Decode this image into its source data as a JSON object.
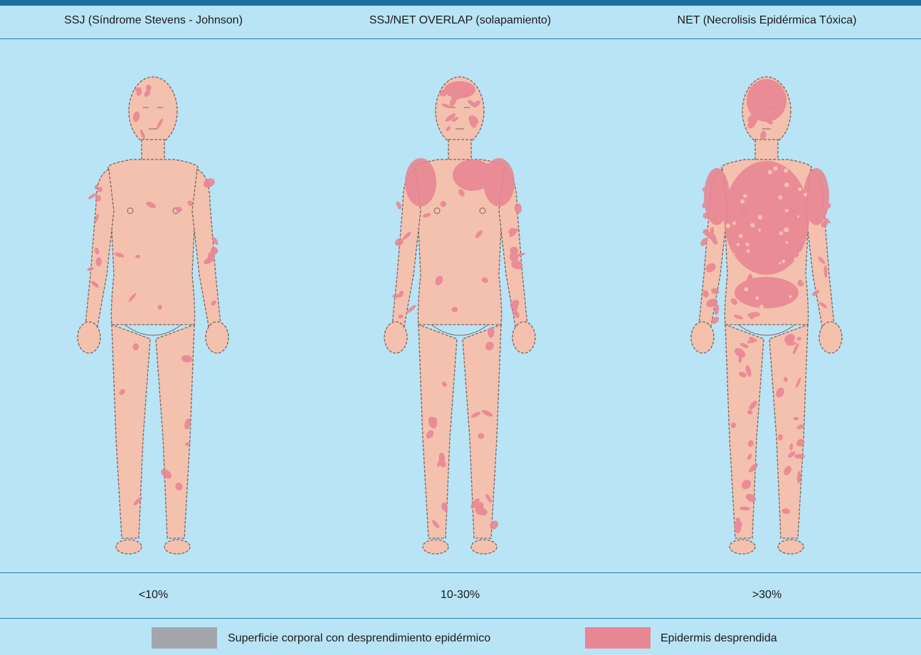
{
  "columns": [
    {
      "title": "SSJ (Síndrome Stevens - Johnson)",
      "percent": "<10%",
      "severity": "low"
    },
    {
      "title": "SSJ/NET OVERLAP (solapamiento)",
      "percent": "10-30%",
      "severity": "medium"
    },
    {
      "title": "NET (Necrolisis Epidérmica Tóxica)",
      "percent": ">30%",
      "severity": "high"
    }
  ],
  "legend": {
    "items": [
      {
        "label": "Superficie corporal con desprendimiento epidérmico",
        "color": "#a3a6ad"
      },
      {
        "label": "Epidermis desprendida",
        "color": "#e88694"
      }
    ]
  },
  "colors": {
    "background": "#b9e4f5",
    "accent": "#1e6e9f",
    "skin": "#f4c1ae",
    "lesion": "#e88694"
  }
}
